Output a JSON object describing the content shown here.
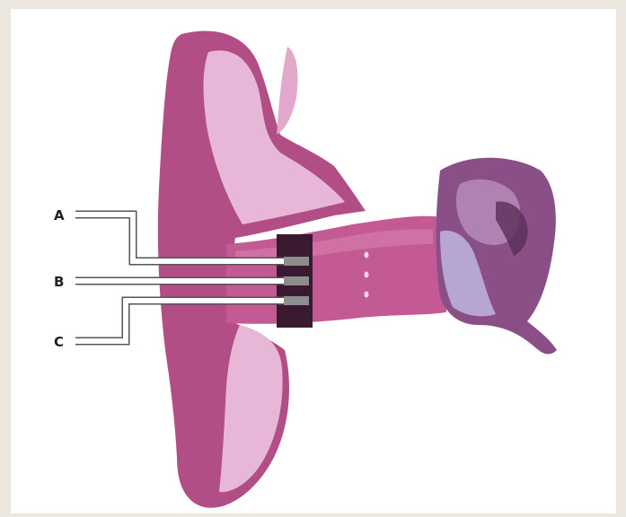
{
  "diagram": {
    "labels": [
      {
        "id": "A",
        "text": "A"
      },
      {
        "id": "B",
        "text": "B"
      },
      {
        "id": "C",
        "text": "C"
      }
    ]
  },
  "colors": {
    "page_background": "#ece7df",
    "panel_background": "#ffffff",
    "outer_ear": "#b24e86",
    "outer_ear_light": "#e8b6d6",
    "canal": "#c35a93",
    "middle_ear": "#8a4f86",
    "eardrum": "#b7a6d2",
    "sensor_band": "#3a1a30",
    "sensor_pad": "#8d8d8d",
    "wire": "#ffffff",
    "wire_outline": "#555555"
  },
  "icons": [
    "ear-anatomy-cross-section"
  ]
}
